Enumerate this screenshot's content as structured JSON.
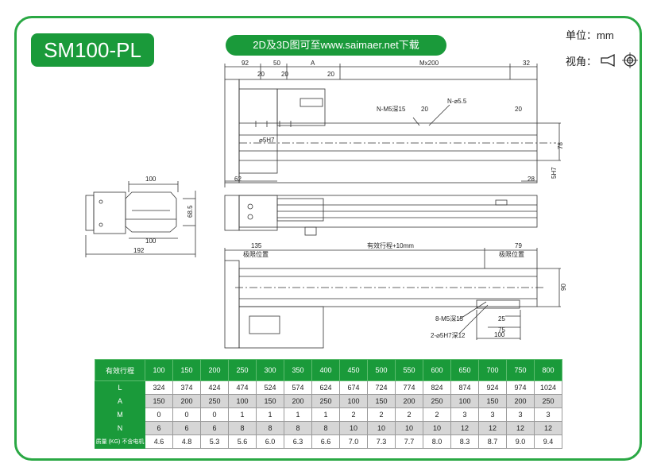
{
  "model": "SM100-PL",
  "download_text": "2D及3D图可至www.saimaer.net下载",
  "unit_label": "单位：mm",
  "view_label": "视角：",
  "icons": [
    "projection-symbol-icon"
  ],
  "colors": {
    "brand_green": "#1a9a3a",
    "frame_green": "#2aa844"
  },
  "drawing_labels": {
    "top_view": {
      "d92": "92",
      "d50": "50",
      "dA": "A",
      "dM": "Mx200",
      "d32": "32",
      "d20a": "20",
      "d20b": "20",
      "d20c": "20",
      "d20d": "20",
      "d20e": "20",
      "nm5": "N-M5深15",
      "n55": "N-⌀5.5",
      "d5h7": "⌀5H7",
      "d62": "62",
      "d28": "28",
      "d78": "78",
      "d5H7": "5H7"
    },
    "end_view": {
      "d100a": "100",
      "d68": "68.5",
      "d100b": "100",
      "d192": "192"
    },
    "bottom_view": {
      "d135": "135",
      "lim_left": "极限位置",
      "stroke": "有效行程+10mm",
      "d79": "79",
      "lim_right": "极限位置",
      "d90": "90",
      "m5": "8-M5深15",
      "h7": "2-⌀5H7深12",
      "d25": "25",
      "d75": "75",
      "d100": "100"
    }
  },
  "table": {
    "header_label": "有效行程",
    "strokes": [
      "100",
      "150",
      "200",
      "250",
      "300",
      "350",
      "400",
      "450",
      "500",
      "550",
      "600",
      "650",
      "700",
      "750",
      "800"
    ],
    "rows": [
      {
        "label": "L",
        "values": [
          "324",
          "374",
          "424",
          "474",
          "524",
          "574",
          "624",
          "674",
          "724",
          "774",
          "824",
          "874",
          "924",
          "974",
          "1024"
        ]
      },
      {
        "label": "A",
        "values": [
          "150",
          "200",
          "250",
          "100",
          "150",
          "200",
          "250",
          "100",
          "150",
          "200",
          "250",
          "100",
          "150",
          "200",
          "250"
        ]
      },
      {
        "label": "M",
        "values": [
          "0",
          "0",
          "0",
          "1",
          "1",
          "1",
          "1",
          "2",
          "2",
          "2",
          "2",
          "3",
          "3",
          "3",
          "3"
        ]
      },
      {
        "label": "N",
        "values": [
          "6",
          "6",
          "6",
          "8",
          "8",
          "8",
          "8",
          "10",
          "10",
          "10",
          "10",
          "12",
          "12",
          "12",
          "12"
        ]
      },
      {
        "label": "质量 (KG) 不含电机",
        "values": [
          "4.6",
          "4.8",
          "5.3",
          "5.6",
          "6.0",
          "6.3",
          "6.6",
          "7.0",
          "7.3",
          "7.7",
          "8.0",
          "8.3",
          "8.7",
          "9.0",
          "9.4"
        ]
      }
    ]
  }
}
